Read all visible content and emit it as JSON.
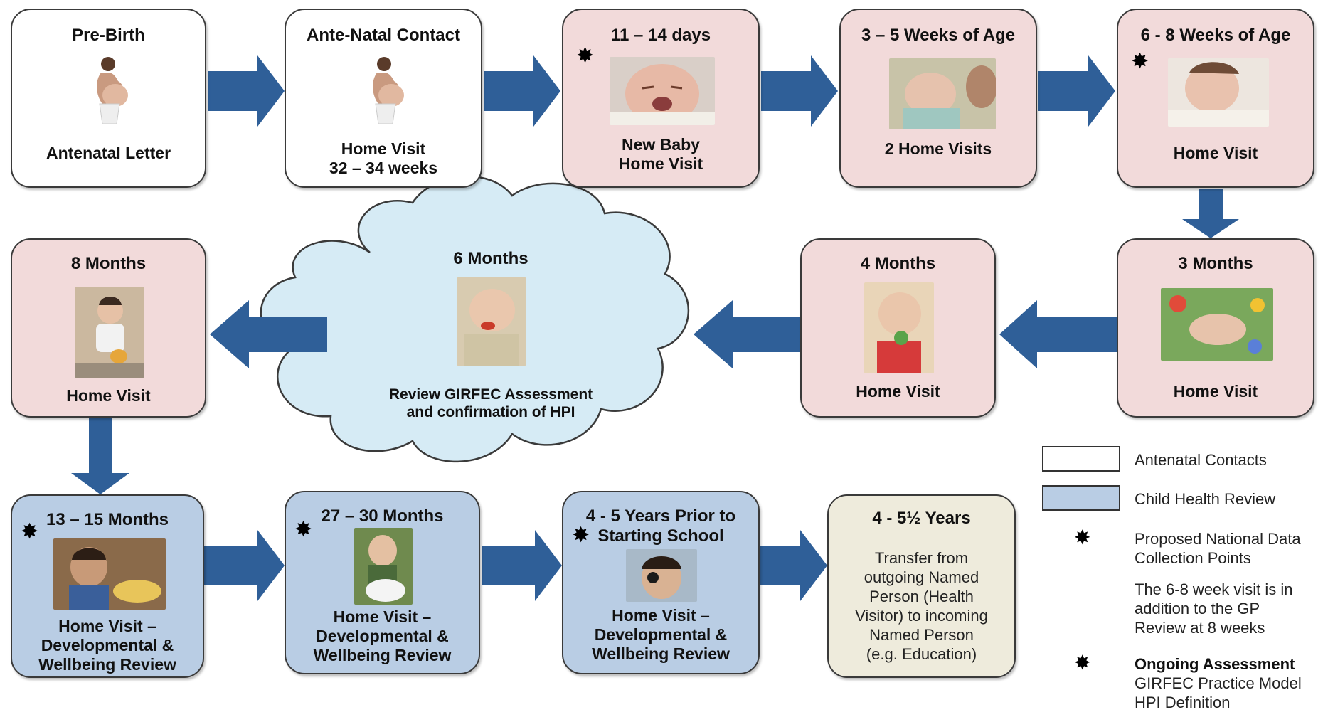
{
  "colors": {
    "antenatal": "#ffffff",
    "home_visit": "#f2dada",
    "child_health_review": "#b9cde4",
    "transfer": "#eeebdc",
    "arrow": "#2f5f98",
    "cloud": "#d6ebf5"
  },
  "nodes": {
    "prebirth": {
      "title": "Pre-Birth",
      "sub": "Antenatal Letter"
    },
    "antenatal": {
      "title": "Ante-Natal Contact",
      "sub": "Home Visit\n32 – 34 weeks"
    },
    "days11": {
      "title": "11 – 14 days",
      "sub": "New Baby\nHome Visit"
    },
    "weeks3": {
      "title": "3 – 5 Weeks of Age",
      "sub": "2 Home Visits"
    },
    "weeks6": {
      "title": "6 - 8 Weeks of Age",
      "sub": "Home Visit"
    },
    "months3": {
      "title": "3 Months",
      "sub": "Home Visit"
    },
    "months4": {
      "title": "4 Months",
      "sub": "Home Visit"
    },
    "months6": {
      "title": "6 Months",
      "sub": "Review GIRFEC Assessment\nand confirmation of HPI"
    },
    "months8": {
      "title": "8 Months",
      "sub": "Home Visit"
    },
    "months13": {
      "title": "13 – 15 Months",
      "sub": "Home Visit –\nDevelopmental &\nWellbeing Review"
    },
    "months27": {
      "title": "27 – 30 Months",
      "sub": "Home Visit –\nDevelopmental &\nWellbeing Review"
    },
    "years4": {
      "title": "4 - 5 Years Prior to\nStarting School",
      "sub": "Home Visit –\nDevelopmental &\nWellbeing Review"
    },
    "years45": {
      "title": "4 - 5½ Years",
      "sub": "Transfer from\noutgoing Named\nPerson (Health\nVisitor) to incoming\nNamed Person\n(e.g. Education)"
    }
  },
  "star_symbol": "✸",
  "legend": {
    "antenatal_label": "Antenatal Contacts",
    "review_label": "Child Health Review",
    "proposed_label": "Proposed National Data\nCollection Points",
    "note": "The 6-8 week visit is in\naddition to the GP\nReview at 8 weeks",
    "ongoing_title": "Ongoing Assessment",
    "ongoing_sub": "GIRFEC Practice Model\nHPI Definition"
  }
}
